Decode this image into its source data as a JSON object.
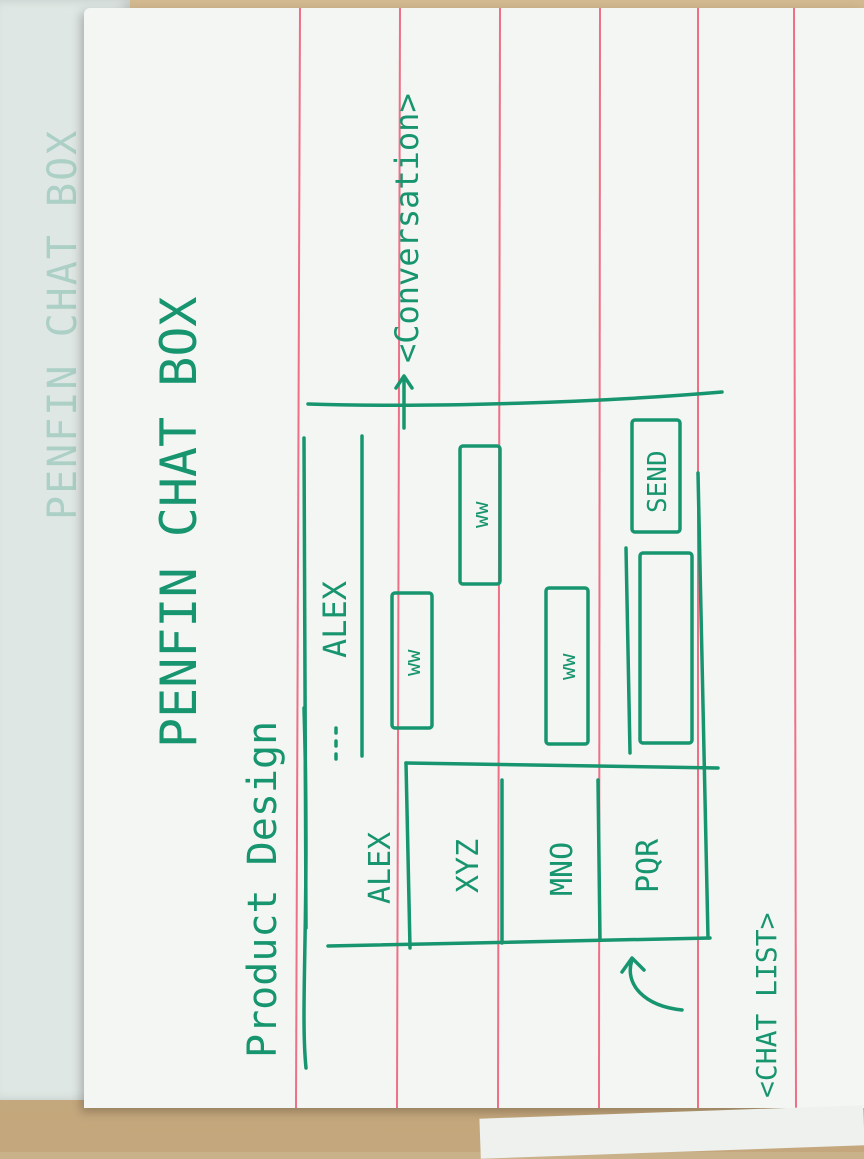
{
  "title": "PENFIN CHAT BOX",
  "subtitle": "Product Design",
  "conversation_label": "<Conversation>",
  "chat_list_label": "<CHAT LIST>",
  "conversation_header_name": "ALEX",
  "message_scribble": "ww",
  "send_button_label": "SEND",
  "chat_list": [
    "ALEX",
    "XYZ",
    "MNO",
    "PQR"
  ],
  "ghost_text": "PENFIN CHAT BOX",
  "colors": {
    "ink": "#17956f",
    "paper": "#f4f6f3",
    "margin_lines": "#ee6f86"
  }
}
